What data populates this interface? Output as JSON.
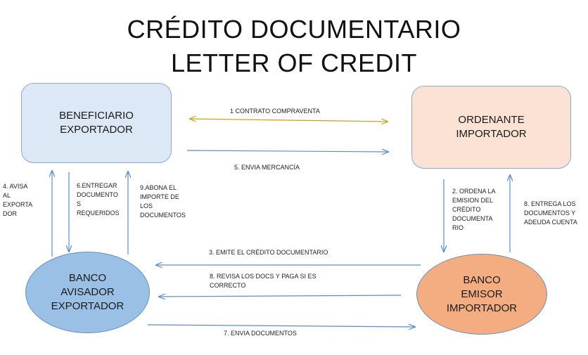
{
  "title": {
    "line1": "CRÉDITO DOCUMENTARIO",
    "line2": "LETTER OF CREDIT"
  },
  "nodes": {
    "beneficiario": {
      "line1": "BENEFICIARIO",
      "line2": "EXPORTADOR"
    },
    "ordenante": {
      "line1": "ORDENANTE",
      "line2": "IMPORTADOR"
    },
    "banco_avisador": {
      "line1": "BANCO",
      "line2": "AVISADOR",
      "line3": "EXPORTADOR"
    },
    "banco_emisor": {
      "line1": "BANCO",
      "line2": "EMISOR",
      "line3": "IMPORTADOR"
    }
  },
  "steps": {
    "s1": "1 CONTRATO COMPRAVENTA",
    "s2": "2. ORDENA LA\nEMISION DEL\nCRÉDITO\nDOCUMENTA\nRIO",
    "s3": "3. EMITE EL CRÉDITO DOCUMENTARIO",
    "s4": "4. AVISA\nAL\nEXPORTA\nDOR",
    "s5": "5. ENVIA MERCANCÍA",
    "s6": "6.ENTREGAR\nDOCUMENTO\nS\nREQUERIDOS",
    "s7": "7. ENVIA DOCUMENTOS",
    "s8a": "8. REVISA LOS DOCS Y PAGA SI ES\nCORRECTO",
    "s8b": "8. ENTREGA LOS\nDOCUMENTOS Y\nADEUDA CUENTA",
    "s9": "9.ABONA EL\nIMPORTE DE\nLOS\nDOCUMENTOS"
  },
  "colors": {
    "arrow_blue": "#5b8cc6",
    "arrow_gold": "#c9a227"
  }
}
